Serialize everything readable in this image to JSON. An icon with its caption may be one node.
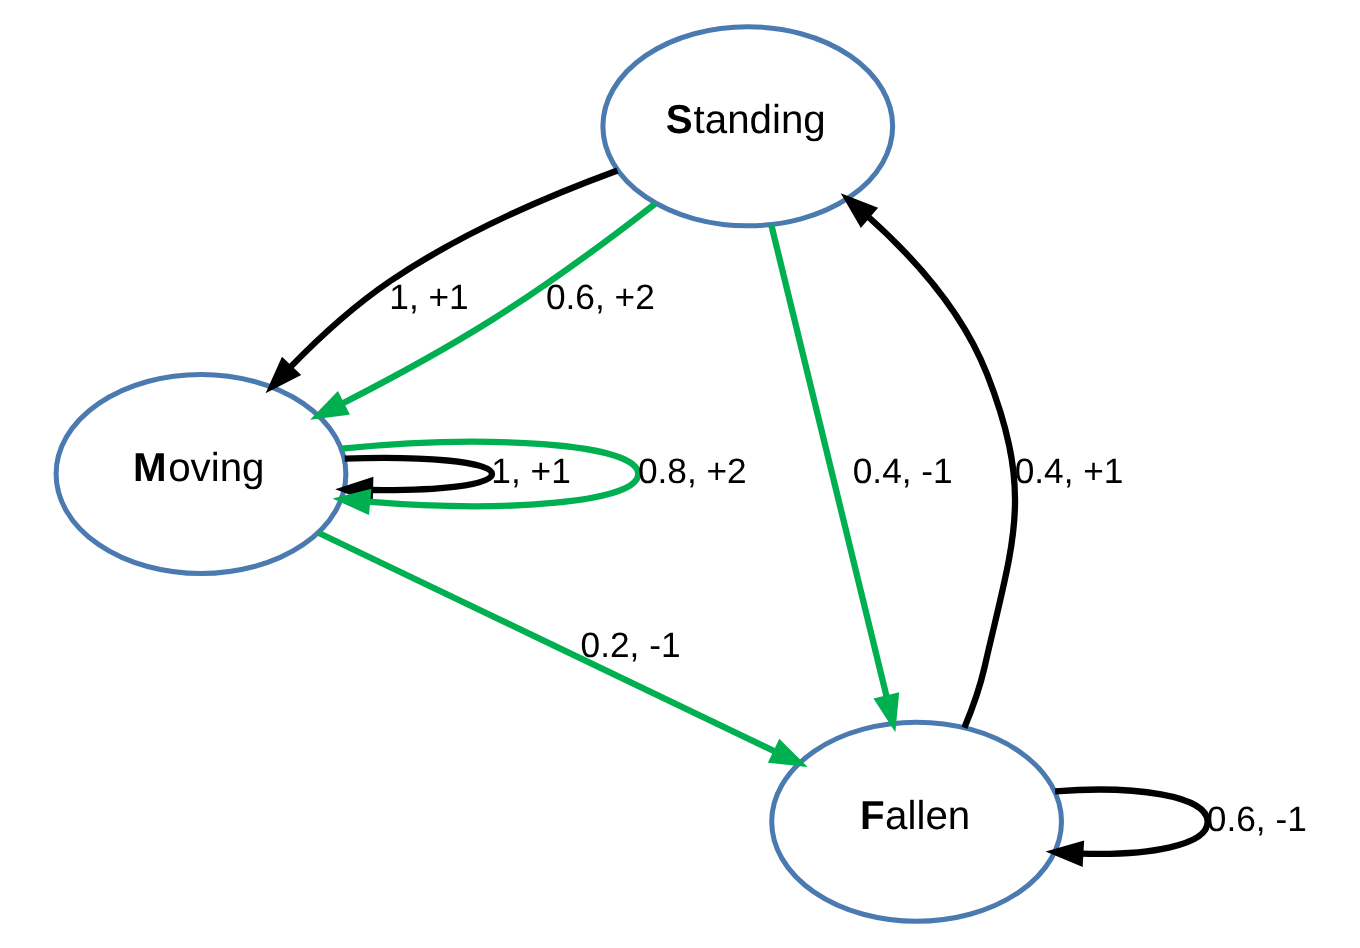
{
  "diagram": {
    "nodes": [
      {
        "text": [
          "**S**tanding"
        ]
      },
      {
        "text": [
          "**M**oving"
        ]
      },
      {
        "text": [
          "**F**allen"
        ]
      }
    ],
    "edges": [
      {
        "from": 0,
        "to": 1,
        "arrow": "to",
        "label": "1, +1"
      },
      {
        "from": 0,
        "to": 1,
        "arrow": "to",
        "label": "0.6, +2",
        "color": "#00b050"
      },
      {
        "from": 1,
        "to": 1,
        "arrow": "to",
        "label": "1, +1"
      },
      {
        "from": 0,
        "to": 2,
        "arrow": "to",
        "label": "0.4, -1",
        "color": "#00b050"
      },
      {
        "from": 2,
        "to": 0,
        "arrow": "to",
        "label": "0.4, +1"
      },
      {
        "from": 1,
        "to": 2,
        "arrow": "to",
        "label": "0.2, -1",
        "color": "#00b050"
      },
      {
        "from": 1,
        "to": 1,
        "arrow": "to",
        "label": "0.8, +2",
        "color": "#00b050"
      },
      {
        "from": 2,
        "to": 2,
        "arrow": "to",
        "label": "0.6, -1"
      }
    ]
  }
}
